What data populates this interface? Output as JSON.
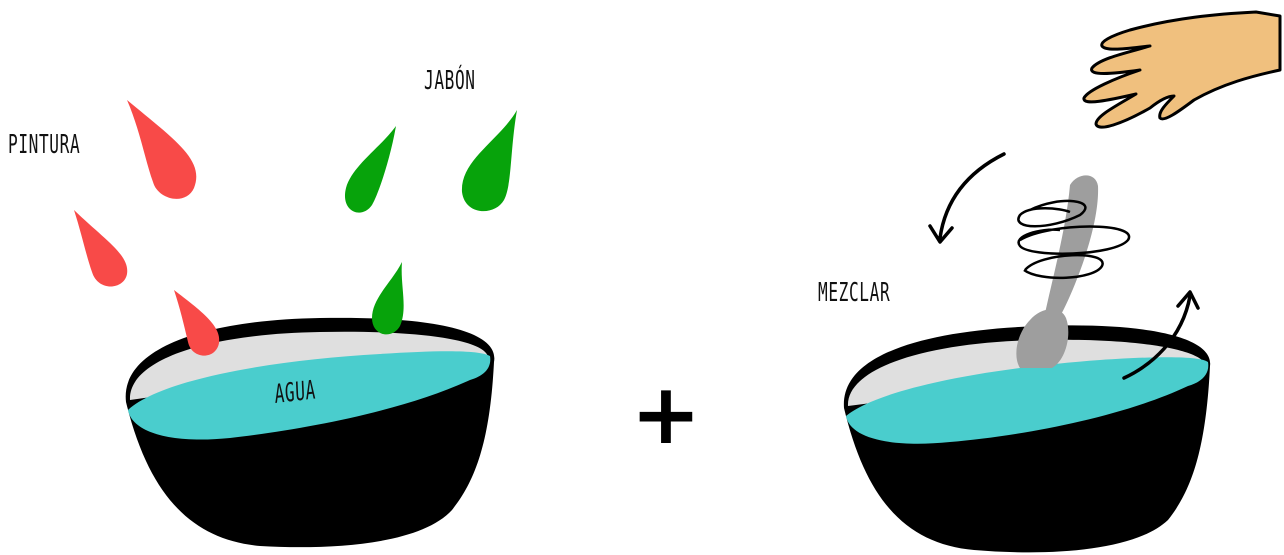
{
  "labels": {
    "paint": "PINTURA",
    "soap": "JABÓN",
    "water": "AGUA",
    "mix": "MEZCLAR"
  },
  "operator": "+",
  "colors": {
    "paint": "#f84a48",
    "soap": "#07a30b",
    "water": "#4acdcd",
    "bowl": "#000000",
    "bowl_inner": "#dfdfdf",
    "spoon": "#9e9e9e",
    "hand": "#f0c07e"
  }
}
